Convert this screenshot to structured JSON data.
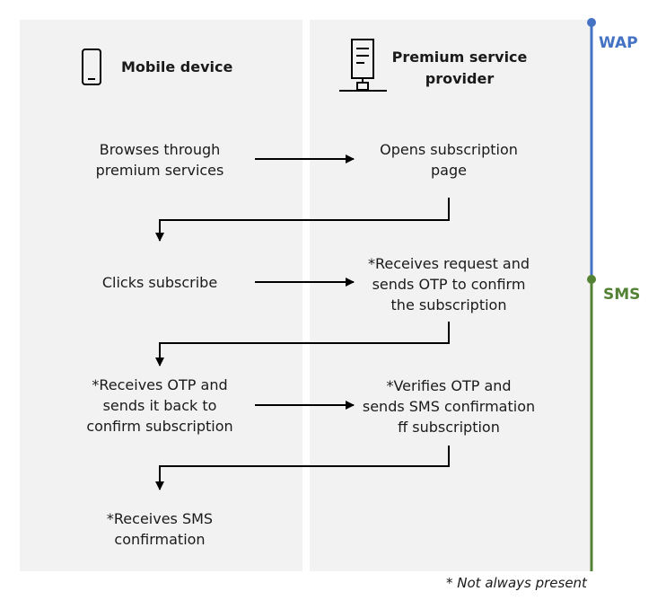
{
  "lanes": {
    "left": {
      "title": "Mobile device",
      "icon": "mobile-phone-icon"
    },
    "right": {
      "title": "Premium service\nprovider",
      "icon": "server-icon"
    }
  },
  "steps": {
    "browse": "Browses through\npremium services",
    "open_page": "Opens subscription\npage",
    "click_subscribe": "Clicks subscribe",
    "receive_request": "*Receives request and\nsends OTP to confirm\nthe subscription",
    "receive_otp": "*Receives OTP and\nsends it back to\nconfirm subscription",
    "verify_otp": "*Verifies OTP and\nsends SMS confirmation\nff subscription",
    "receive_sms": "*Receives SMS\nconfirmation"
  },
  "timeline": {
    "wap_label": "WAP",
    "sms_label": "SMS",
    "wap_color": "#4472c4",
    "sms_color": "#548235"
  },
  "footnote": "* Not always present"
}
